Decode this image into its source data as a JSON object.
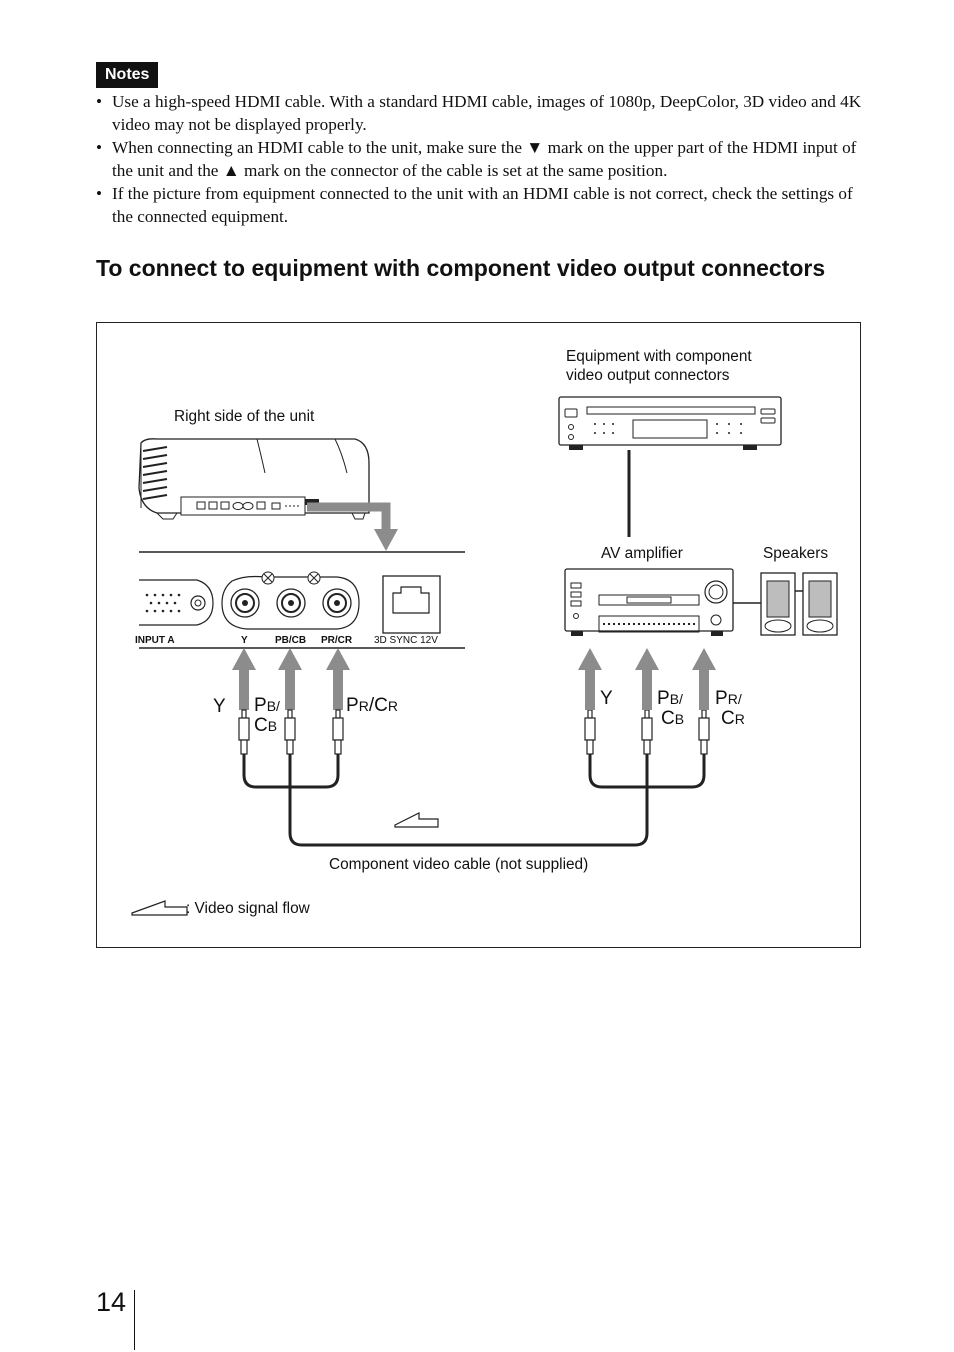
{
  "notes": {
    "badge": "Notes",
    "items": [
      "Use a high-speed HDMI cable. With a standard HDMI cable, images of 1080p, DeepColor, 3D video and 4K video may not be displayed properly.",
      "When connecting an HDMI cable to the unit, make sure the ▼ mark on the upper part of the HDMI input of the unit and the ▲ mark on the connector of the cable is set at the same position.",
      "If the picture from equipment connected to the unit with an HDMI cable is not correct, check the settings of the connected equipment."
    ]
  },
  "heading": "To connect to equipment with component video output connectors",
  "figure": {
    "equipment_label_line1": "Equipment with component",
    "equipment_label_line2": "video output connectors",
    "unit_label": "Right side of the unit",
    "amplifier_label": "AV amplifier",
    "speakers_label": "Speakers",
    "panel_labels": {
      "input": "INPUT A",
      "y": "Y",
      "pb": "PB/CB",
      "pr": "PR/CR",
      "sync": "3D SYNC 12V"
    },
    "left_plugs": {
      "y": "Y",
      "pb_top": "P",
      "pb_top_sub": "B",
      "pb_top_slash": "/",
      "pb_bottom": "C",
      "pb_bottom_sub": "B",
      "pr": "P",
      "pr_sub": "R",
      "pr_mid": "/C",
      "pr_sub2": "R"
    },
    "right_plugs": {
      "y": "Y",
      "pb_top": "P",
      "pb_top_sub": "B",
      "pb_top_slash": "/",
      "pb_bottom": "C",
      "pb_bottom_sub": "B",
      "pr_top": "P",
      "pr_top_sub": "R",
      "pr_top_slash": "/",
      "pr_bottom": "C",
      "pr_bottom_sub": "R"
    },
    "cable_label": "Component video cable (not supplied)",
    "legend_label": ": Video signal flow"
  },
  "page_number": "14"
}
